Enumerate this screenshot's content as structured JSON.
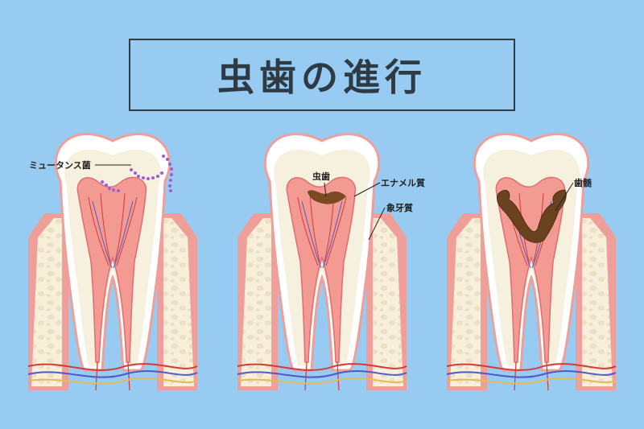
{
  "title": "虫歯の進行",
  "labels": {
    "bacteria": "ミュータンス菌",
    "cavity": "虫歯",
    "enamel": "エナメル質",
    "dentin": "象牙質",
    "pulp": "歯髄"
  },
  "colors": {
    "background": "#98cbf2",
    "gum": "#ef9f9a",
    "bone": "#f7efd9",
    "enamel": "#ffffff",
    "dentin": "#f6f1df",
    "pulp": "#f39a93",
    "decay_light": "#8b5a2b",
    "decay_dark": "#5a3518",
    "bacteria": "#a35bd4",
    "nerve_red": "#d33b3b",
    "nerve_blue": "#4c5bc6",
    "nerve_yellow": "#e5b95a"
  }
}
